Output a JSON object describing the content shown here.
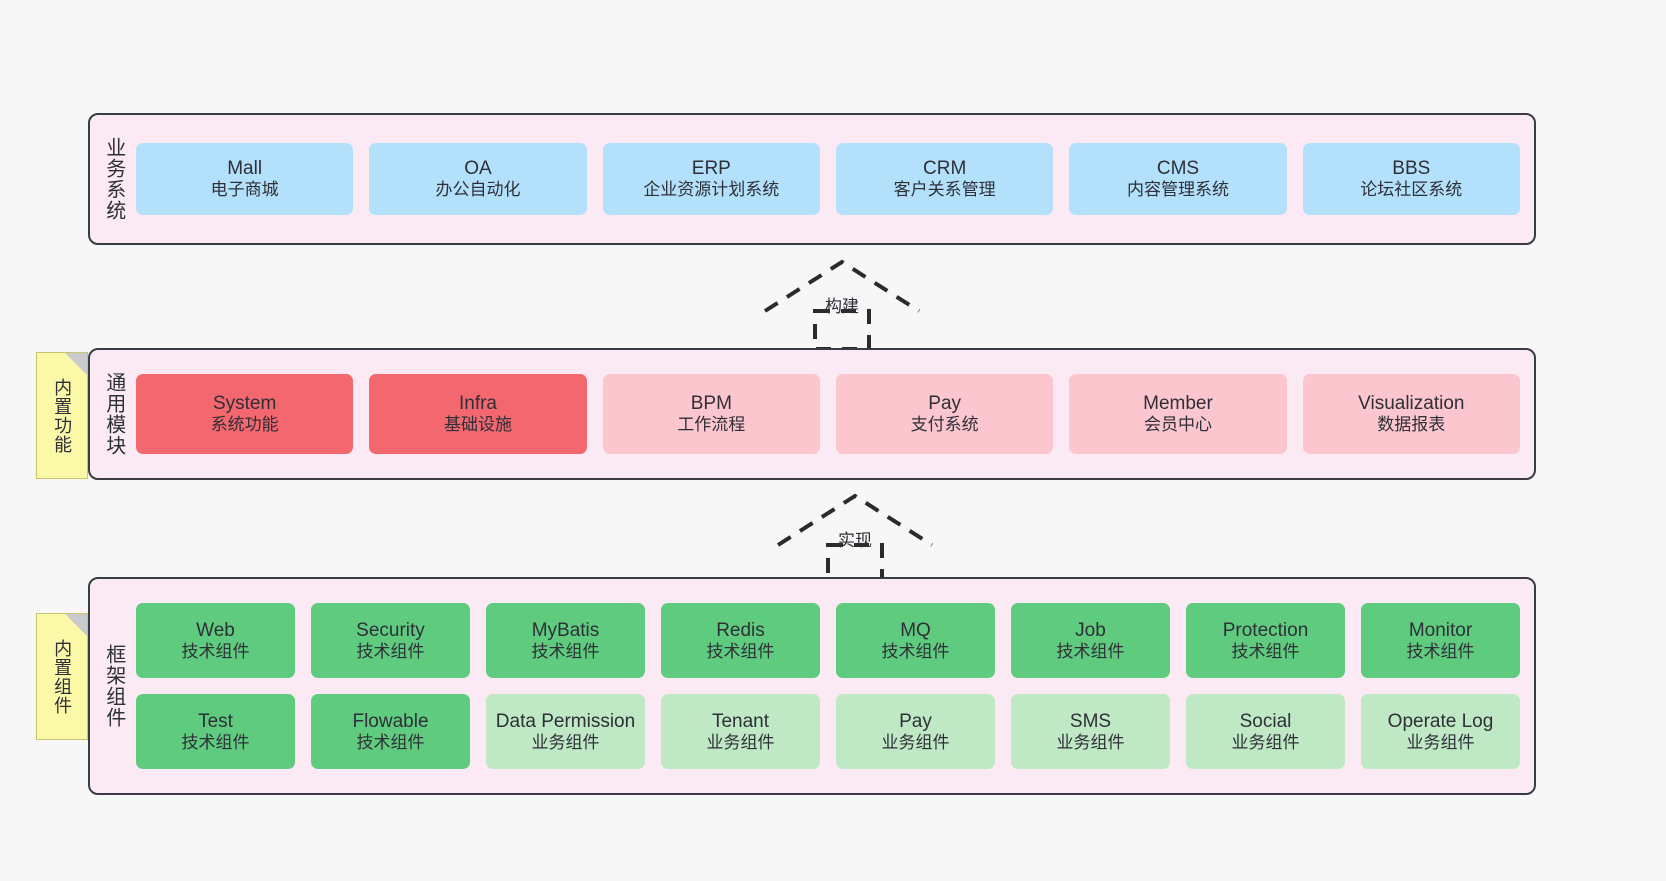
{
  "layers": [
    {
      "id": "business",
      "caption": "业务系统",
      "rows": [
        {
          "cards": [
            {
              "title": "Mall",
              "subtitle": "电子商城",
              "color": "#b3e0fb",
              "variant": "c-blue"
            },
            {
              "title": "OA",
              "subtitle": "办公自动化",
              "color": "#b3e0fb",
              "variant": "c-blue"
            },
            {
              "title": "ERP",
              "subtitle": "企业资源计划系统",
              "color": "#b3e0fb",
              "variant": "c-blue"
            },
            {
              "title": "CRM",
              "subtitle": "客户关系管理",
              "color": "#b3e0fb",
              "variant": "c-blue"
            },
            {
              "title": "CMS",
              "subtitle": "内容管理系统",
              "color": "#b3e0fb",
              "variant": "c-blue"
            },
            {
              "title": "BBS",
              "subtitle": "论坛社区系统",
              "color": "#b3e0fb",
              "variant": "c-blue"
            }
          ]
        }
      ]
    },
    {
      "id": "modules",
      "caption": "通用模块",
      "rows": [
        {
          "cards": [
            {
              "title": "System",
              "subtitle": "系统功能",
              "color": "#f3676e",
              "variant": "c-red"
            },
            {
              "title": "Infra",
              "subtitle": "基础设施",
              "color": "#f3676e",
              "variant": "c-red"
            },
            {
              "title": "BPM",
              "subtitle": "工作流程",
              "color": "#fbc6cd",
              "variant": "c-pink"
            },
            {
              "title": "Pay",
              "subtitle": "支付系统",
              "color": "#fbc6cd",
              "variant": "c-pink"
            },
            {
              "title": "Member",
              "subtitle": "会员中心",
              "color": "#fbc6cd",
              "variant": "c-pink"
            },
            {
              "title": "Visualization",
              "subtitle": "数据报表",
              "color": "#fbc6cd",
              "variant": "c-pink"
            }
          ]
        }
      ]
    },
    {
      "id": "framework",
      "caption": "框架组件",
      "rows": [
        {
          "cards": [
            {
              "title": "Web",
              "subtitle": "技术组件",
              "color": "#5fcb7f",
              "variant": "c-green"
            },
            {
              "title": "Security",
              "subtitle": "技术组件",
              "color": "#5fcb7f",
              "variant": "c-green"
            },
            {
              "title": "MyBatis",
              "subtitle": "技术组件",
              "color": "#5fcb7f",
              "variant": "c-green"
            },
            {
              "title": "Redis",
              "subtitle": "技术组件",
              "color": "#5fcb7f",
              "variant": "c-green"
            },
            {
              "title": "MQ",
              "subtitle": "技术组件",
              "color": "#5fcb7f",
              "variant": "c-green"
            },
            {
              "title": "Job",
              "subtitle": "技术组件",
              "color": "#5fcb7f",
              "variant": "c-green"
            },
            {
              "title": "Protection",
              "subtitle": "技术组件",
              "color": "#5fcb7f",
              "variant": "c-green"
            },
            {
              "title": "Monitor",
              "subtitle": "技术组件",
              "color": "#5fcb7f",
              "variant": "c-green"
            }
          ]
        },
        {
          "cards": [
            {
              "title": "Test",
              "subtitle": "技术组件",
              "color": "#5fcb7f",
              "variant": "c-green"
            },
            {
              "title": "Flowable",
              "subtitle": "技术组件",
              "color": "#5fcb7f",
              "variant": "c-green"
            },
            {
              "title": "Data Permission",
              "subtitle": "业务组件",
              "color": "#bfe8c5",
              "variant": "c-green-light"
            },
            {
              "title": "Tenant",
              "subtitle": "业务组件",
              "color": "#bfe8c5",
              "variant": "c-green-light"
            },
            {
              "title": "Pay",
              "subtitle": "业务组件",
              "color": "#bfe8c5",
              "variant": "c-green-light"
            },
            {
              "title": "SMS",
              "subtitle": "业务组件",
              "color": "#bfe8c5",
              "variant": "c-green-light"
            },
            {
              "title": "Social",
              "subtitle": "业务组件",
              "color": "#bfe8c5",
              "variant": "c-green-light"
            },
            {
              "title": "Operate Log",
              "subtitle": "业务组件",
              "color": "#bfe8c5",
              "variant": "c-green-light"
            }
          ]
        }
      ]
    }
  ],
  "notes": [
    {
      "id": "builtin-function",
      "text": "内置功能"
    },
    {
      "id": "builtin-component",
      "text": "内置组件"
    }
  ],
  "arrows": [
    {
      "id": "build",
      "label": "构建",
      "style": "dashed-generalization-up"
    },
    {
      "id": "realize",
      "label": "实现",
      "style": "dashed-generalization-up"
    }
  ],
  "colors": {
    "background": "#f7f7f7",
    "layer_fill": "#fbeaf4",
    "layer_border": "#3b3b46",
    "note_fill": "#fbf8a8",
    "note_fold": "#c9cacb",
    "text": "#2f2f38",
    "arrow": "#2b2b2b"
  }
}
